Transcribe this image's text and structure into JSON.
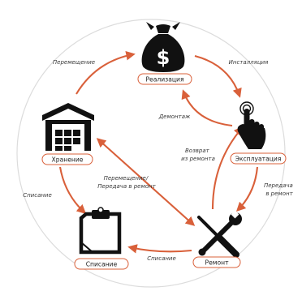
{
  "colors": {
    "accent": "#d9603a",
    "icon": "#111111",
    "ring": "#dcdcdc"
  },
  "nodes": {
    "realization": {
      "label": "Реализация",
      "icon": "money-bag-icon"
    },
    "exploitation": {
      "label": "Эксплуатация",
      "icon": "touch-hand-icon"
    },
    "repair": {
      "label": "Ремонт",
      "icon": "tools-icon"
    },
    "writeoff": {
      "label": "Списание",
      "icon": "clipboard-icon"
    },
    "storage": {
      "label": "Хранение",
      "icon": "warehouse-icon"
    }
  },
  "edges": {
    "storage_to_realization": "Перемещение",
    "realization_to_exploitation": "Инсталляция",
    "exploitation_to_realization": "Демонтаж",
    "exploitation_to_repair": [
      "Передача",
      "в ремонт"
    ],
    "repair_to_exploitation": [
      "Возврат",
      "из ремонта"
    ],
    "repair_to_writeoff": "Списание",
    "storage_to_writeoff": "Списание",
    "storage_repair": [
      "Перемещение/",
      "Передача в ремонт"
    ]
  }
}
